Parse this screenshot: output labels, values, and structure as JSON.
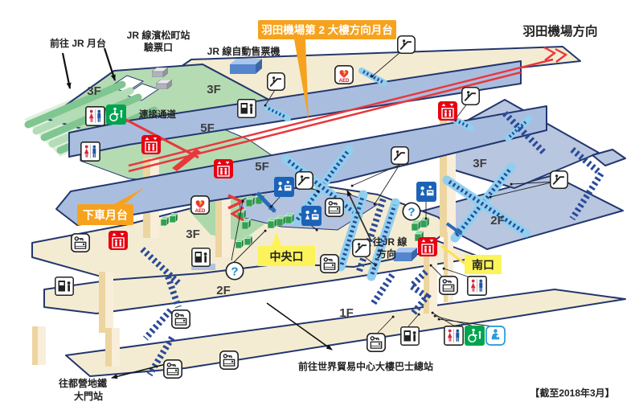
{
  "diagram": {
    "type": "station-floor-map",
    "as_of": "【截至2018年3月】",
    "labels": {
      "to_jr_platform": "前往 JR 月台",
      "jr_station_gate_line1": "JR 線濱松町站",
      "jr_station_gate_line2": "驗票口",
      "jr_ticket_machines": "JR 線自動售票機",
      "haneda_t2_platform": "羽田機場第 2 大樓方向月台",
      "haneda_direction": "羽田機場方向",
      "connecting_passage": "連接通道",
      "alighting_platform": "下車月台",
      "central_exit": "中央口",
      "to_jr_line_line1": "往JR 線",
      "to_jr_line_line2": "方向",
      "south_exit": "南口",
      "to_wtc_bus_terminal": "前往世界貿易中心大樓巴士總站",
      "to_toei_subway_line1": "往都營地鐵",
      "to_toei_subway_line2": "大門站"
    },
    "floor_labels": {
      "green_3f": "3F",
      "top_3f": "3F",
      "upper_5f": "5F",
      "lower_5f": "5F",
      "mid_3f": "3F",
      "right_3f": "3F",
      "right_2f": "2F",
      "mid_2f": "2F",
      "f1": "1F"
    },
    "icon_text": {
      "aed": "AED",
      "question": "?"
    },
    "icons": {
      "escalator-icon": "white rounded square, escalator glyph",
      "elevator-icon": "red square, elevator with up/down arrows",
      "aed-icon": "white square, red heart with AED",
      "restroom-icon": "white square, red female + blue male",
      "accessible-restroom-icon": "green square, white wheelchair",
      "baby-care-icon": "blue-bordered square, parent with baby",
      "fare-adjustment-icon": "white square, person at black machine",
      "ticket-office-icon": "blue square, staff at counter",
      "information-icon": "white circle, blue question mark",
      "coin-locker-icon": "white square, key and locker",
      "ticket-gate": "green 3D gate blocks",
      "ticket-machine": "blue 3D machine block"
    },
    "colors": {
      "floor_cream": "#F4ECD2",
      "platform_blue": "#A9BEDF",
      "plate_blue_gray": "#B8C6E0",
      "green_area": "#B5DBB3",
      "outline_navy": "#23366E",
      "monorail_red": "#E8383D",
      "callout_orange": "#F6A21E",
      "callout_yellow": "#FCF35B",
      "elevator_red": "#E60012",
      "escalator_blue": "#8FCFEF",
      "stair_navy": "#2A4A99",
      "gate_green": "#2FA150",
      "counter_blue": "#1C63B7",
      "accessible_green": "#00A44F",
      "info_blue": "#1787C8"
    }
  }
}
